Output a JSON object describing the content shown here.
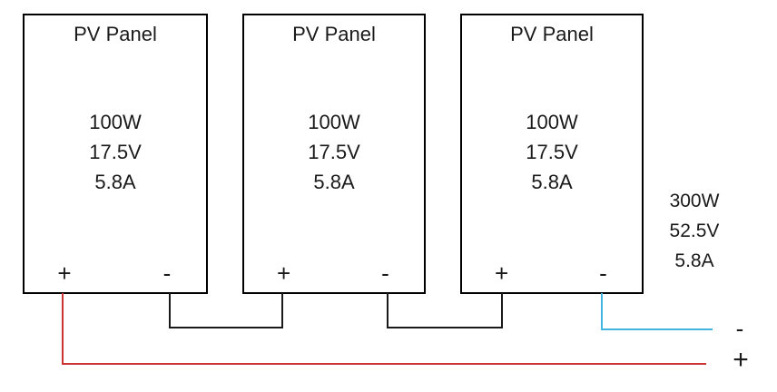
{
  "diagram": {
    "panels": [
      {
        "title": "PV Panel",
        "specs": [
          "100W",
          "17.5V",
          "5.8A"
        ],
        "terminal_positive": "+",
        "terminal_negative": "-"
      },
      {
        "title": "PV Panel",
        "specs": [
          "100W",
          "17.5V",
          "5.8A"
        ],
        "terminal_positive": "+",
        "terminal_negative": "-"
      },
      {
        "title": "PV Panel",
        "specs": [
          "100W",
          "17.5V",
          "5.8A"
        ],
        "terminal_positive": "+",
        "terminal_negative": "-"
      }
    ],
    "output": {
      "specs": [
        "300W",
        "52.5V",
        "5.8A"
      ],
      "terminal_negative": "-",
      "terminal_positive": "+"
    },
    "colors": {
      "panel_border": "#000000",
      "series_wire": "#1a1a1a",
      "positive_wire": "#cc3333",
      "negative_wire": "#42b6e0"
    }
  }
}
